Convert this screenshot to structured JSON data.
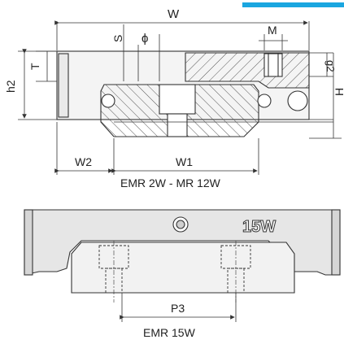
{
  "colors": {
    "accent_bar": "#1aa6e0",
    "line": "#333333",
    "hatch": "#555555",
    "fill_light": "#efefef",
    "fill_body": "#e6e6e6"
  },
  "top_drawing": {
    "dimensions": {
      "W": "W",
      "S": "S",
      "phi": "ϕ",
      "M": "M",
      "g2": "g2",
      "T": "T",
      "h2": "h2",
      "H": "H",
      "W2": "W2",
      "W1": "W1"
    },
    "caption": "EMR 2W - MR 12W"
  },
  "bottom_drawing": {
    "model_mark": "15W",
    "dimension_P3": "P3",
    "caption": "EMR 15W"
  }
}
